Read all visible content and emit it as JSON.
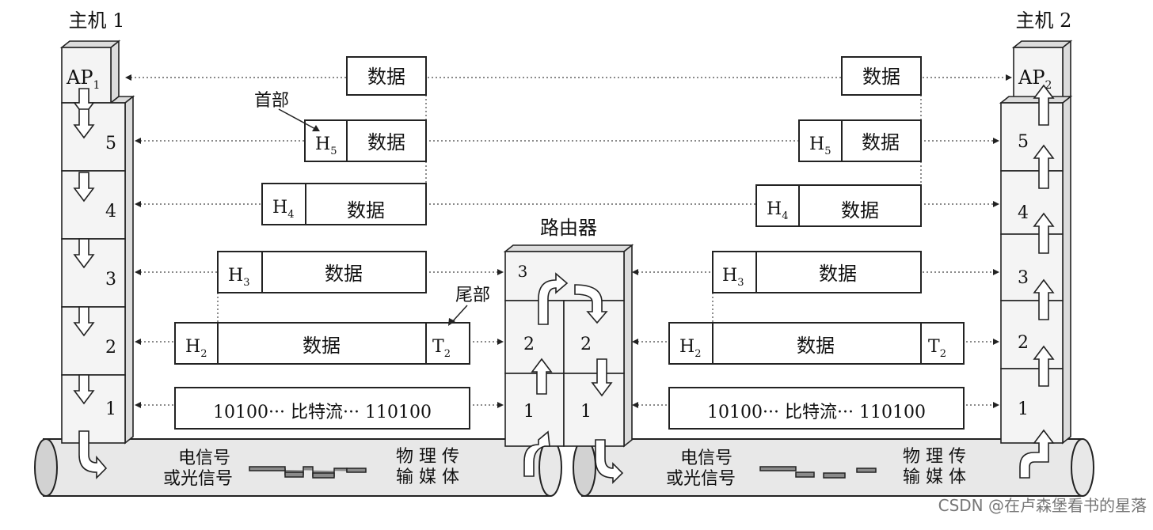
{
  "host1": {
    "label": "主机 1",
    "app": "AP",
    "app_sub": "1"
  },
  "host2": {
    "label": "主机 2",
    "app": "AP",
    "app_sub": "2"
  },
  "router": {
    "label": "路由器"
  },
  "layers": [
    "5",
    "4",
    "3",
    "2",
    "1"
  ],
  "router_layers": {
    "top": "3",
    "mid_left": "2",
    "mid_right": "2",
    "bot_left": "1",
    "bot_right": "1"
  },
  "annotations": {
    "header": "首部",
    "trailer": "尾部"
  },
  "packets": {
    "data": "数据",
    "h5": "H",
    "h5_sub": "5",
    "h4": "H",
    "h4_sub": "4",
    "h3": "H",
    "h3_sub": "3",
    "h2": "H",
    "h2_sub": "2",
    "t2": "T",
    "t2_sub": "2",
    "bitstream": "10100··· 比特流··· 110100"
  },
  "medium": {
    "signal_line1": "电信号",
    "signal_line2": "或光信号",
    "media_line1": "物 理 传",
    "media_line2": "输 媒 体"
  },
  "watermark": "CSDN @在卢森堡看书的星落"
}
